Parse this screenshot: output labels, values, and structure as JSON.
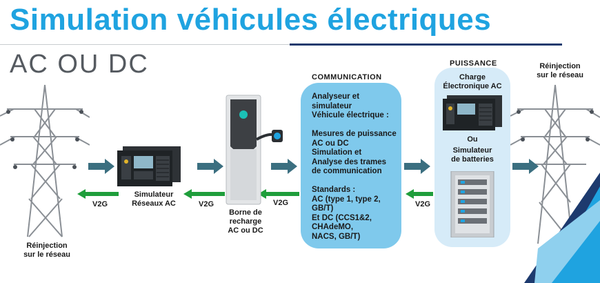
{
  "title": "Simulation véhicules électriques",
  "subtitle": "AC OU DC",
  "labels": {
    "reinjection_left": "Réinjection\nsur le réseau",
    "reinjection_right": "Réinjection\nsur le réseau",
    "simulateur_reseaux": "Simulateur\nRéseaux AC",
    "borne": "Borne de\nrecharge\nAC ou DC",
    "v2g": "V2G"
  },
  "communication": {
    "header": "COMMUNICATION",
    "text": "Analyseur et\nsimulateur\nVéhicule électrique :\n\nMesures de puissance\nAC ou DC\nSimulation et\nAnalyse des trames\nde communication\n\nStandards :\nAC (type 1, type 2,\nGB/T)\nEt DC (CCS1&2,\nCHAdeMO,\nNACS, GB/T)"
  },
  "puissance": {
    "header": "PUISSANCE",
    "charge": "Charge\nÉlectronique AC",
    "ou": "Ou",
    "simulateur_batteries": "Simulateur\nde batteries"
  },
  "colors": {
    "title_blue": "#1fa3e0",
    "arrow_teal": "#3b6f80",
    "v2g_green": "#1f9e3b",
    "panel_blue": "#7fc9ec",
    "panel_light": "#d6ebf8",
    "navy": "#1d3a6e"
  }
}
